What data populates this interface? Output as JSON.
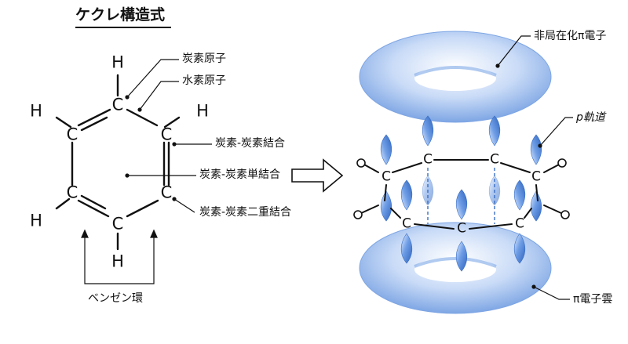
{
  "title": "ケクレ構造式",
  "left_labels": {
    "carbon_atom": "炭素原子",
    "hydrogen_atom": "水素原子",
    "cc_bond": "炭素-炭素結合",
    "cc_single_bond": "炭素-炭素単結合",
    "cc_double_bond": "炭素-炭素二重結合",
    "benzene_ring": "ベンゼン環"
  },
  "right_labels": {
    "delocalized_pi": "非局在化π電子",
    "p_orbital": "p軌道",
    "pi_cloud": "π電子雲"
  },
  "atoms": {
    "carbon": "C",
    "hydrogen": "H"
  },
  "colors": {
    "cloud_blue": "#8fb3ea",
    "orbital_blue": "#4f86d6",
    "line": "#111111"
  }
}
